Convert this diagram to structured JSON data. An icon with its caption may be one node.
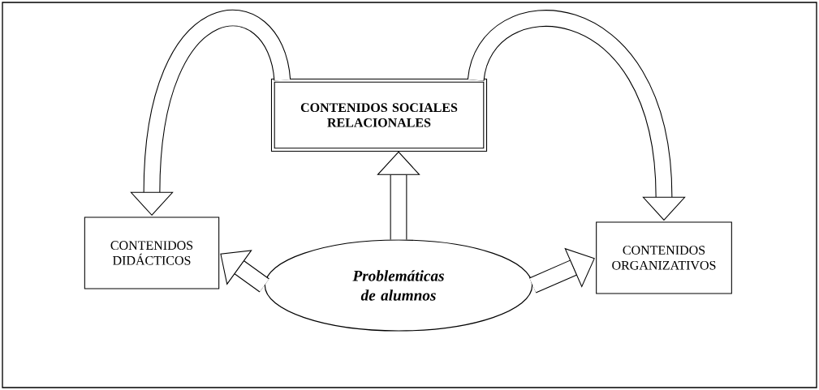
{
  "diagram": {
    "nodes": [
      {
        "text": [
          "CONTENIDOS SOCIALES RELACIONALES"
        ]
      },
      {
        "text": [
          "CONTENIDOS DIDÁCTICOS"
        ]
      },
      {
        "text": [
          "CONTENIDOS ORGANIZATIVOS"
        ]
      },
      {
        "text": [
          "Problemáticas de alumnos"
        ]
      }
    ],
    "edges": [
      {
        "from": 0,
        "to": 1,
        "arrow": "to"
      },
      {
        "from": 0,
        "to": 2,
        "arrow": "to"
      },
      {
        "from": 3,
        "to": 0,
        "arrow": "to"
      },
      {
        "from": 3,
        "to": 1,
        "arrow": "to"
      },
      {
        "from": 3,
        "to": 2,
        "arrow": "to"
      }
    ]
  }
}
